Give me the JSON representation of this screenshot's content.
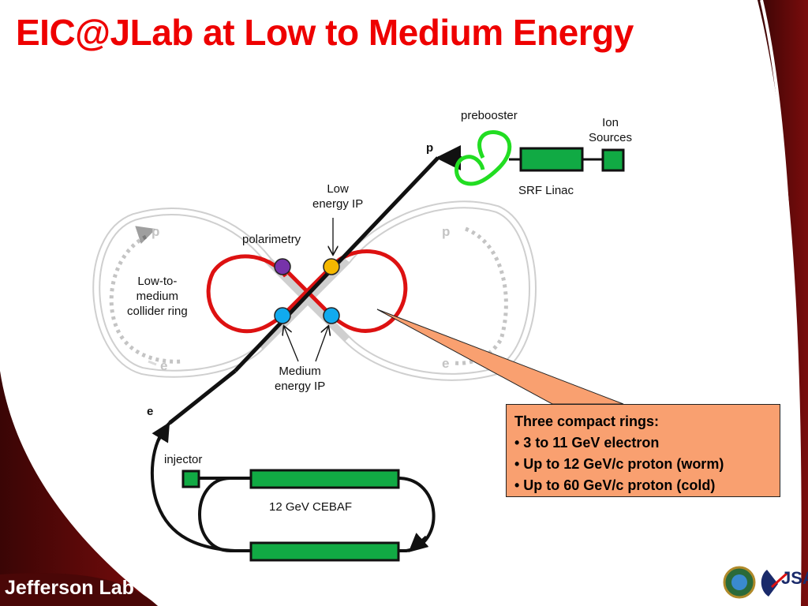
{
  "title": "EIC@JLab at Low to Medium Energy",
  "labels": {
    "prebooster": "prebooster",
    "ion_sources_1": "Ion",
    "ion_sources_2": "Sources",
    "p_beam": "p",
    "srf_linac": "SRF Linac",
    "low_ip_1": "Low",
    "low_ip_2": "energy IP",
    "polarimetry": "polarimetry",
    "ring_1": "Low-to-",
    "ring_2": "medium",
    "ring_3": "collider ring",
    "medium_ip_1": "Medium",
    "medium_ip_2": "energy IP",
    "e_beam": "e",
    "injector": "injector",
    "cebaf": "12 GeV CEBAF",
    "p_ring_left": "p",
    "p_ring_right": "p",
    "e_ring_left": "e",
    "e_ring_right": "e"
  },
  "callout": {
    "line1": "Three compact rings:",
    "line2": "• 3 to 11 GeV electron",
    "line3": "• Up to 12 GeV/c proton (worm)",
    "line4": "• Up to 60 GeV/c proton (cold)"
  },
  "footer": {
    "logo": "Jefferson Lab",
    "jsa": "JSA"
  },
  "colors": {
    "title": "#ee0000",
    "figure8_ring": "#dd1111",
    "prebooster": "#22dd22",
    "linac": "#11aa44",
    "callout": "#f9a070",
    "polarimetry_dot": "#7733aa",
    "low_ip_dot": "#f5b800",
    "medium_ip_dot": "#11aaee"
  }
}
